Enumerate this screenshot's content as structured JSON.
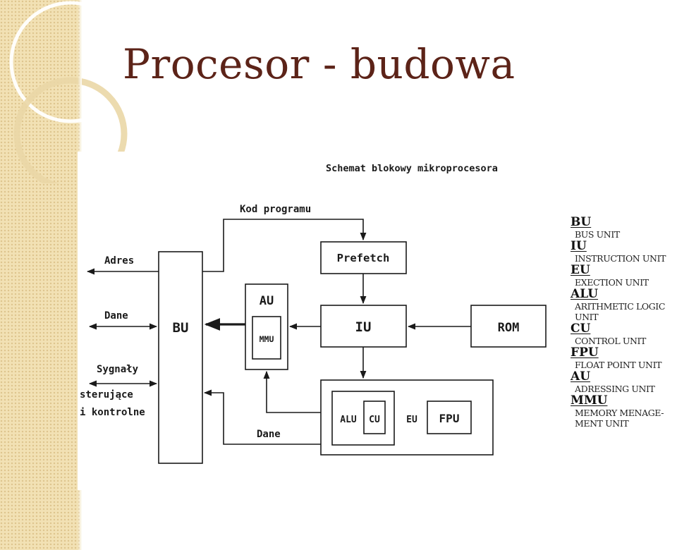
{
  "slide": {
    "title": "Procesor - budowa",
    "colors": {
      "title": "#5c2318",
      "strip": "#f2e1b4",
      "ornament": "#ffffff"
    }
  },
  "diagram": {
    "caption": "Schemat blokowy mikroprocesora",
    "blocks": {
      "bu": "BU",
      "au": "AU",
      "mmu": "MMU",
      "prefetch": "Prefetch",
      "iu": "IU",
      "rom": "ROM",
      "alu": "ALU",
      "cu": "CU",
      "eu": "EU",
      "fpu": "FPU"
    },
    "labels": {
      "kod_programu": "Kod programu",
      "adres": "Adres",
      "dane_left": "Dane",
      "sygnaly": "Sygnały",
      "sterujace": "sterujące",
      "kontrolne": "i kontrolne",
      "dane_bottom": "Dane"
    }
  },
  "legend": [
    {
      "abbr": "BU",
      "full": "BUS UNIT"
    },
    {
      "abbr": "IU",
      "full": "INSTRUCTION UNIT"
    },
    {
      "abbr": "EU",
      "full": "EXECTION UNIT"
    },
    {
      "abbr": "ALU",
      "full": "ARITHMETIC LOGIC\nUNIT"
    },
    {
      "abbr": "CU",
      "full": "CONTROL UNIT"
    },
    {
      "abbr": "FPU",
      "full": "FLOAT POINT UNIT"
    },
    {
      "abbr": "AU",
      "full": "ADRESSING UNIT"
    },
    {
      "abbr": "MMU",
      "full": "MEMORY MENAGE-\nMENT UNIT"
    }
  ]
}
